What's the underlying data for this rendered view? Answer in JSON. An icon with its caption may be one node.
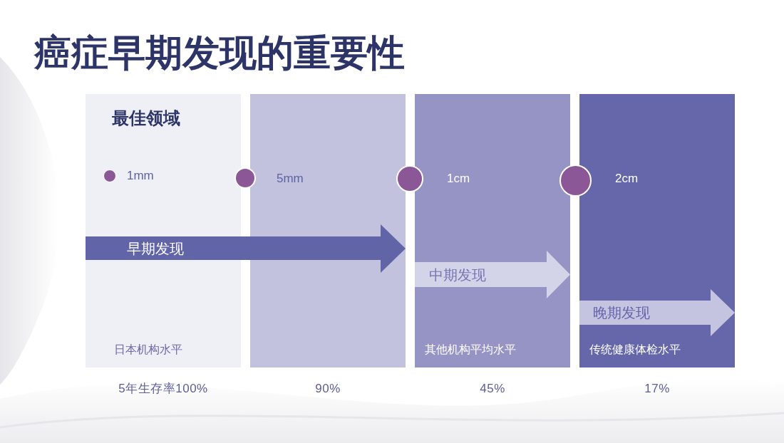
{
  "diagram": {
    "title": "癌症早期发现的重要性",
    "nodes": [
      {
        "text": [
          "最佳领域",
          "1mm",
          "日本机构水平"
        ],
        "beside": [
          "5年生存率100%"
        ]
      },
      {
        "text": [
          "5mm"
        ],
        "beside": [
          "90%"
        ]
      },
      {
        "text": [
          "1cm",
          "其他机构平均水平"
        ],
        "beside": [
          "45%"
        ]
      },
      {
        "text": [
          "2cm",
          "传统健康体检水平"
        ],
        "beside": [
          "17%"
        ]
      }
    ],
    "edges": [
      {
        "from": 0,
        "to": 1,
        "arrow": "to",
        "label": "早期发现"
      },
      {
        "from": null,
        "to": 2,
        "arrow": "to",
        "label": "中期发现"
      },
      {
        "from": null,
        "to": 3,
        "arrow": "to",
        "label": "晚期发现"
      }
    ]
  }
}
